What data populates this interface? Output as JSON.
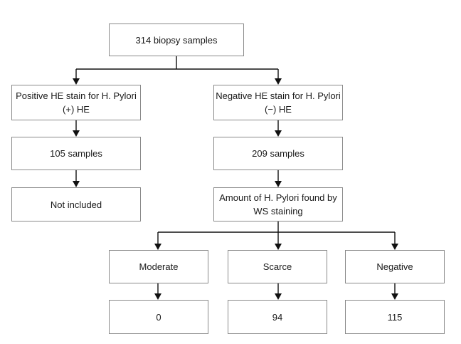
{
  "diagram": {
    "root": {
      "label": "314 biopsy samples"
    },
    "positive_branch": {
      "title_line1": "Positive HE stain for H. Pylori",
      "title_line2": "(+) HE",
      "count": "105 samples",
      "outcome": "Not included"
    },
    "negative_branch": {
      "title_line1": "Negative HE stain for H. Pylori",
      "title_line2": "(−) HE",
      "count": "209 samples",
      "ws_line1": "Amount of H. Pylori found by",
      "ws_line2": "WS staining"
    },
    "categories": [
      {
        "label": "Moderate",
        "value": "0"
      },
      {
        "label": "Scarce",
        "value": "94"
      },
      {
        "label": "Negative",
        "value": "115"
      }
    ]
  }
}
